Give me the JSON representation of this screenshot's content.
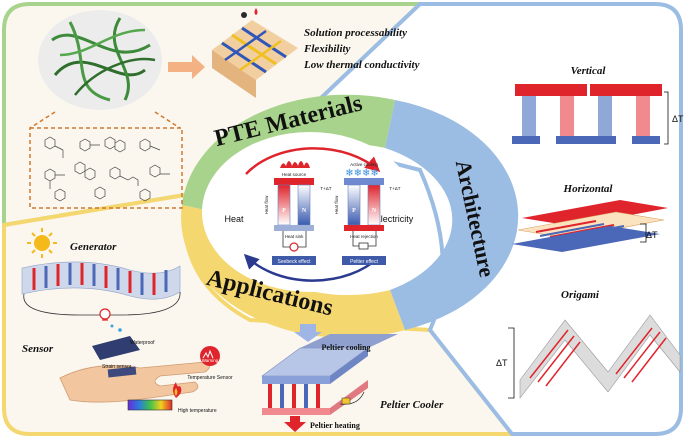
{
  "materials": {
    "properties": [
      "Solution processability",
      "Flexibility",
      "Low thermal conductivity"
    ]
  },
  "ring": {
    "materials_label": "PTE Materials",
    "applications_label": "Applications",
    "architecture_label": "Architecture"
  },
  "center": {
    "heat_label": "Heat",
    "electricity_label": "Electricity",
    "seebeck": {
      "top_label": "Heat source",
      "temp_label": "T+ΔT",
      "flow_label": "Heat flow",
      "sink_label": "Heat sink",
      "p_label": "P",
      "n_label": "N",
      "effect_label": "Seebeck effect"
    },
    "peltier": {
      "top_label": "Active cooling",
      "temp_label": "T+ΔT",
      "flow_label": "Heat flow",
      "sink_label": "Heat rejection",
      "p_label": "P",
      "n_label": "N",
      "effect_label": "Peltier effect"
    }
  },
  "architecture": {
    "vertical_label": "Vertical",
    "horizontal_label": "Horizontal",
    "origami_label": "Origami",
    "delta_t": "ΔT"
  },
  "applications": {
    "generator_label": "Generator",
    "sensor_label": "Sensor",
    "waterproof_label": "Waterproof",
    "strain_label": "Strain sensor",
    "warning_label": "Warning",
    "temp_sensor_label": "Temperature Sensor",
    "high_temp_label": "High temperature",
    "peltier_cooling_label": "Peltier cooling",
    "peltier_heating_label": "Peltier heating",
    "peltier_cooler_label": "Peltier Cooler"
  },
  "colors": {
    "green": "#a8d38c",
    "yellow": "#f5d770",
    "blue": "#9bbce3",
    "red": "#e0242c",
    "navy": "#2b3a8f"
  }
}
